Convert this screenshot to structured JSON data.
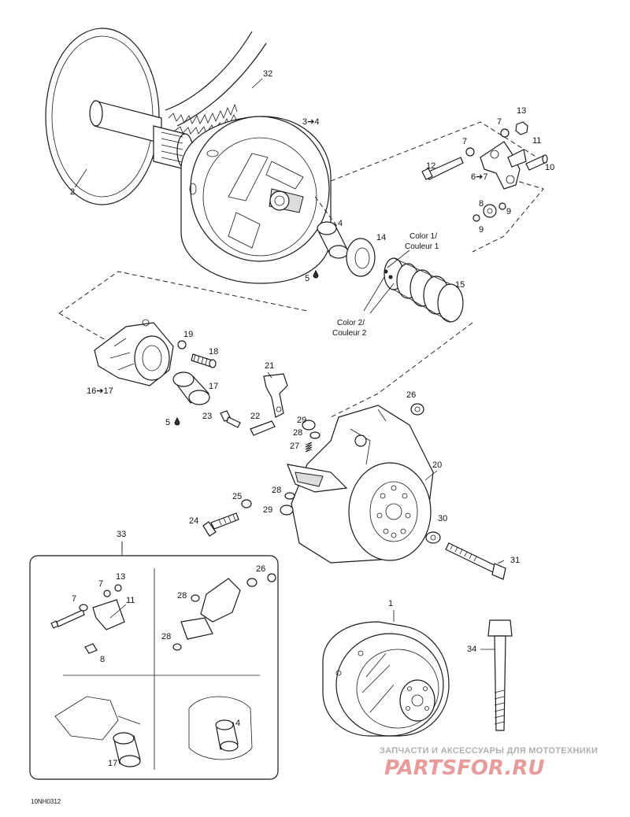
{
  "labels": {
    "l1": "1",
    "l2": "2",
    "l3to4": "3➔4",
    "l4": "4",
    "l5a": "5",
    "l5b": "5",
    "l6to7": "6➔7",
    "l7a": "7",
    "l7b": "7",
    "l8": "8",
    "l9a": "9",
    "l9b": "9",
    "l10": "10",
    "l11": "11",
    "l12": "12",
    "l13": "13",
    "l14": "14",
    "l15": "15",
    "l16to17": "16➔17",
    "l17": "17",
    "l18": "18",
    "l19": "19",
    "l20": "20",
    "l21": "21",
    "l22": "22",
    "l23": "23",
    "l24": "24",
    "l25": "25",
    "l26": "26",
    "l27": "27",
    "l28a": "28",
    "l28b": "28",
    "l29a": "29",
    "l29b": "29",
    "l30": "30",
    "l31": "31",
    "l32": "32",
    "l33": "33",
    "l34": "34"
  },
  "spring_notes": {
    "color1_line1": "Color 1/",
    "color1_line2": "Couleur 1",
    "color2_line1": "Color 2/",
    "color2_line2": "Couleur 2"
  },
  "inset": {
    "i13": "13",
    "i7a": "7",
    "i7b": "7",
    "i11": "11",
    "i8": "8",
    "i26": "26",
    "i28a": "28",
    "i28b": "28",
    "i4": "4",
    "i17": "17"
  },
  "figure_code": "10NH0312",
  "watermark": {
    "top_text": "ЗАПЧАСТИ И АКСЕССУАРЫ ДЛЯ МОТОТЕХНИКИ",
    "logo_text": "PARTSFOR.RU",
    "colors": {
      "logo": "#e07a7a",
      "top": "#b0b0b0"
    }
  }
}
